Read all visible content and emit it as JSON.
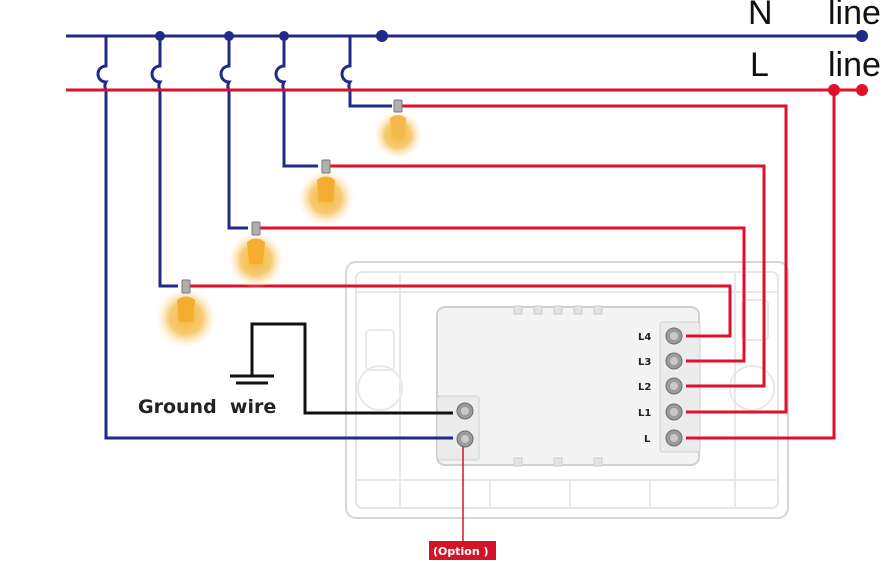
{
  "bus": {
    "neutral": {
      "letter": "N",
      "word": "line",
      "color": "#1f2a8a"
    },
    "live": {
      "letter": "L",
      "word": "line",
      "color": "#e0102a"
    }
  },
  "ground": {
    "label": "Ground  wire",
    "wire_color": "#111111"
  },
  "switch": {
    "terminals": [
      "L4",
      "L3",
      "L2",
      "L1",
      "L"
    ],
    "plate_color": "#e6e6e6",
    "module_color": "#f2f2f2"
  },
  "option": {
    "label": "(Option )",
    "color": "#d4142a"
  },
  "lamps": [
    {
      "circuit": "L4",
      "glow": "#f2b63a"
    },
    {
      "circuit": "L3",
      "glow": "#f2b63a"
    },
    {
      "circuit": "L2",
      "glow": "#f2b63a"
    },
    {
      "circuit": "L1",
      "glow": "#f2b63a"
    }
  ]
}
